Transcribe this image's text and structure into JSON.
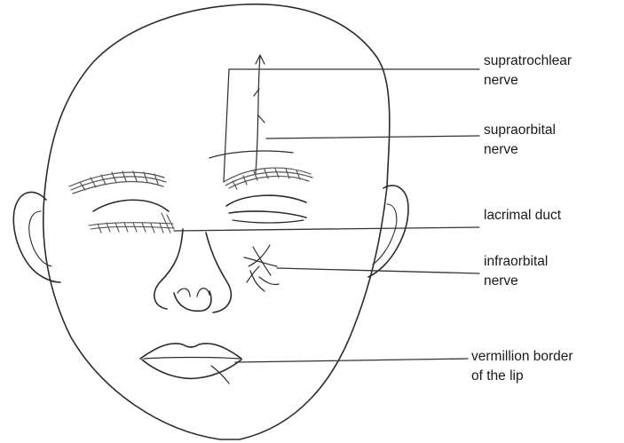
{
  "labels": {
    "supratrochlear": {
      "line1": "supratrochlear",
      "line2": "nerve"
    },
    "supraorbital": {
      "line1": "supraorbital",
      "line2": "nerve"
    },
    "lacrimal": {
      "line1": "lacrimal duct"
    },
    "infraorbital": {
      "line1": "infraorbital",
      "line2": "nerve"
    },
    "vermillion": {
      "line1": "vermillion border",
      "line2": "of the lip"
    }
  },
  "colors": {
    "ink": "#2b2b2b",
    "text": "#1a1a1a",
    "background": "#ffffff"
  }
}
